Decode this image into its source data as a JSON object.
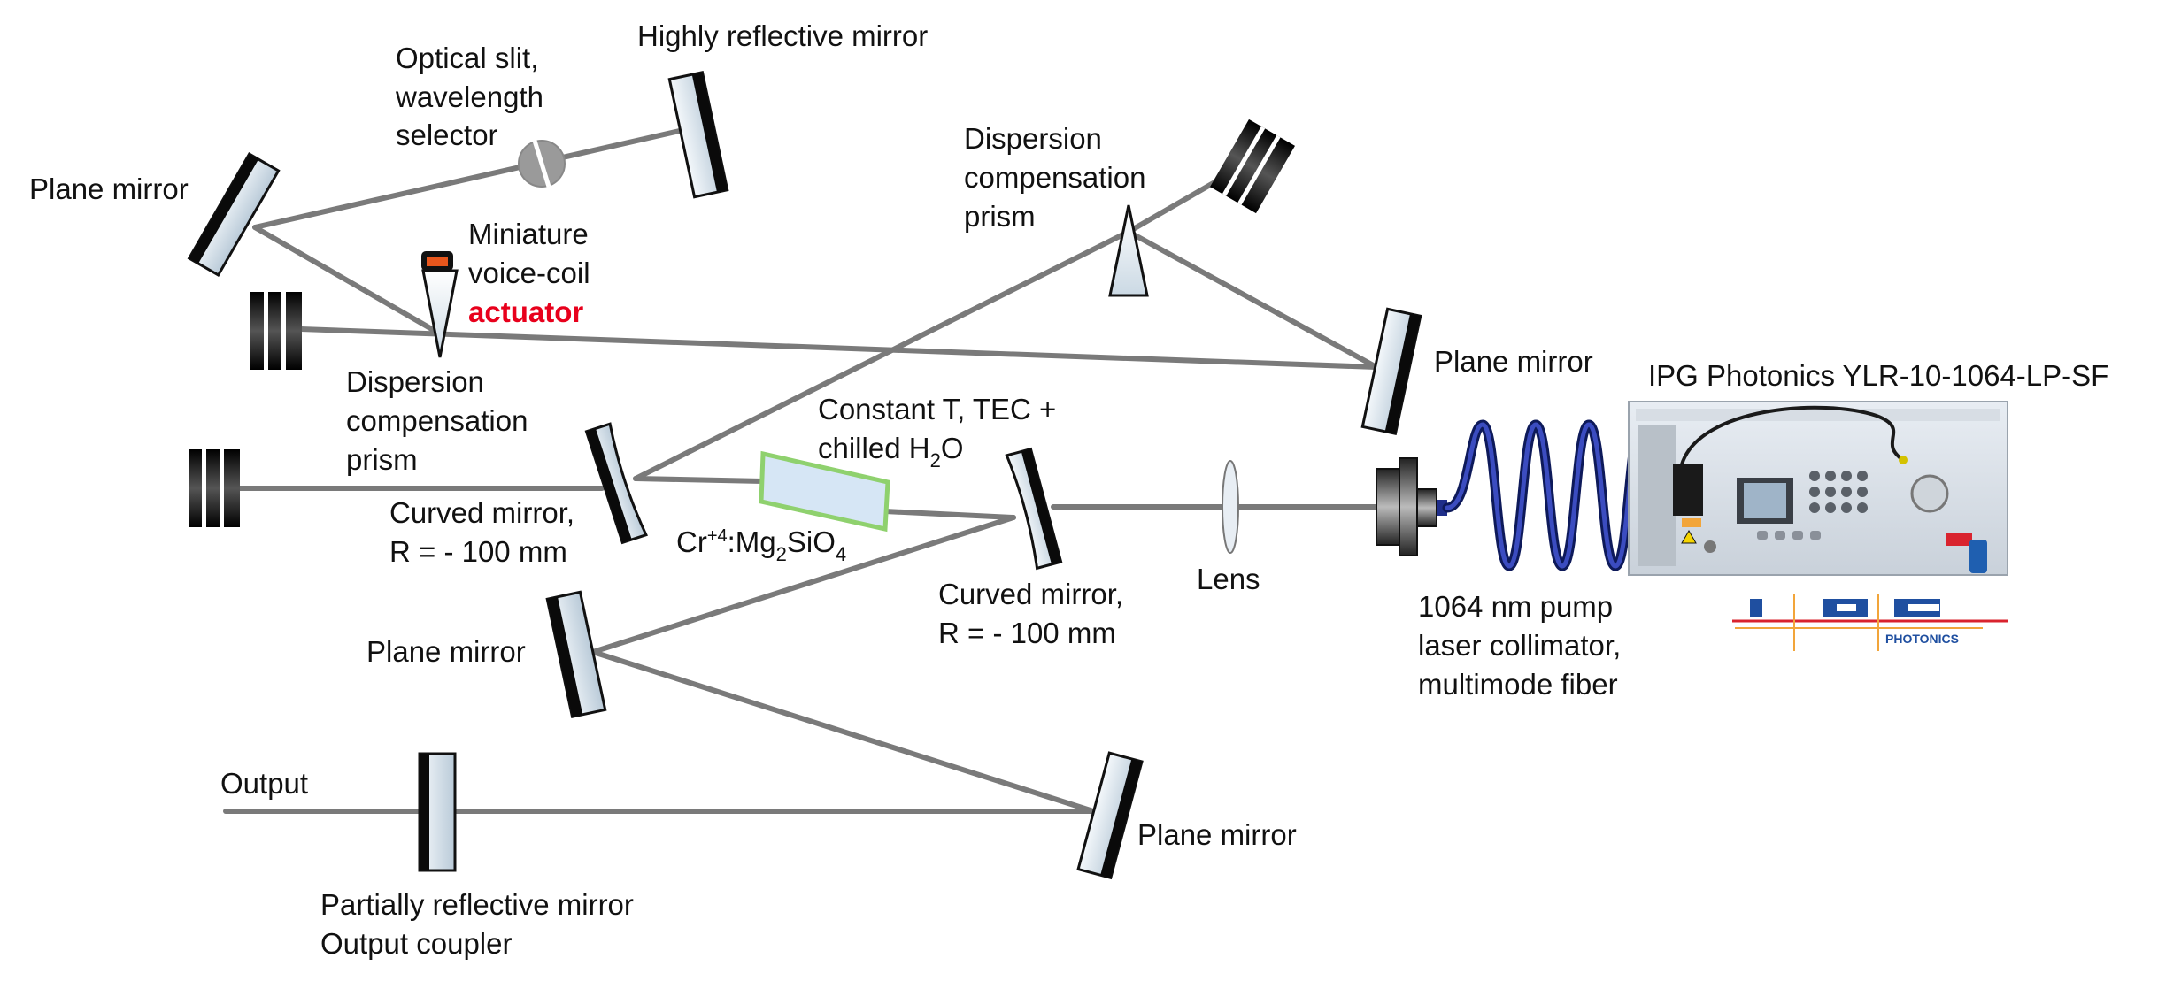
{
  "diagram": {
    "labels": {
      "optical_slit_1": "Optical slit,",
      "optical_slit_2": "wavelength",
      "optical_slit_3": "selector",
      "highly_reflective": "Highly reflective mirror",
      "plane_mirror_top": "Plane mirror",
      "miniature_1": "Miniature",
      "miniature_2": "voice-coil",
      "actuator": "actuator",
      "disp_prism_left_1": "Dispersion",
      "disp_prism_left_2": "compensation",
      "disp_prism_left_3": "prism",
      "disp_prism_top_1": "Dispersion",
      "disp_prism_top_2": "compensation",
      "disp_prism_top_3": "prism",
      "plane_mirror_right": "Plane mirror",
      "laser_title": "IPG Photonics YLR-10-1064-LP-SF",
      "constant_t_1": "Constant T, TEC +",
      "constant_t_2_prefix": "chilled H",
      "constant_t_2_sub": "2",
      "constant_t_2_suffix": "O",
      "crystal_cr": "Cr",
      "crystal_sup": "+4",
      "crystal_mg": ":Mg",
      "crystal_sub1": "2",
      "crystal_si": "SiO",
      "crystal_sub2": "4",
      "curved_left_1": "Curved mirror,",
      "curved_left_2": "R = - 100 mm",
      "curved_right_1": "Curved mirror,",
      "curved_right_2": "R = - 100 mm",
      "lens": "Lens",
      "pump_1": "1064 nm pump",
      "pump_2": "laser collimator,",
      "pump_3": "multimode fiber",
      "plane_mirror_mid": "Plane mirror",
      "output": "Output",
      "plane_mirror_bottom": "Plane mirror",
      "partial_1": "Partially reflective mirror",
      "partial_2": "Output coupler",
      "logo_text": "PHOTONICS",
      "logo_letters": "I P G"
    },
    "colors": {
      "beam": "#7a7a7a",
      "mirror_black": "#0a0a0a",
      "mirror_glass": "#dce6ef",
      "crystal_border": "#8fd16e",
      "crystal_fill": "#d6e6f5",
      "fiber": "#1f2e8a",
      "actuator_orange": "#e8561c",
      "logo_blue": "#1f4fa0",
      "logo_red": "#d9232e",
      "logo_orange": "#f2a53a",
      "actuator_text_red": "#e8001c"
    }
  }
}
